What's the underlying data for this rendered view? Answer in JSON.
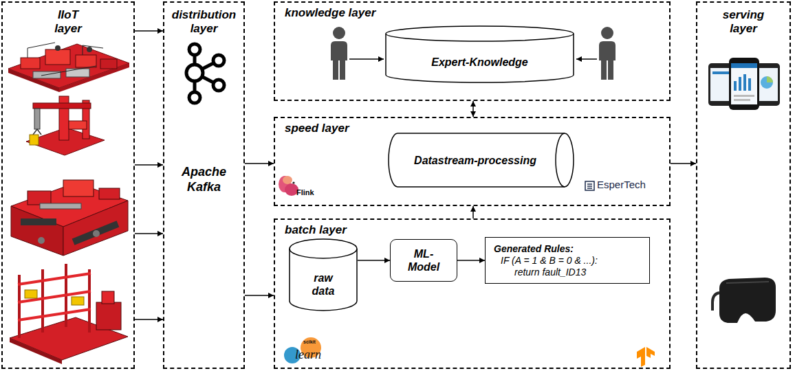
{
  "diagram": {
    "nodes": [
      {
        "text": [
          "IIoT layer"
        ]
      },
      {
        "text": [
          "distribution layer",
          "Apache Kafka"
        ]
      },
      {
        "text": [
          "knowledge layer"
        ]
      },
      {
        "text": [
          "Expert-Knowledge"
        ],
        "in": 2
      },
      {
        "text": [
          "speed layer"
        ]
      },
      {
        "text": [
          "Datastream-processing"
        ],
        "in": 4
      },
      {
        "text": [
          "batch layer"
        ]
      },
      {
        "text": [
          "raw data"
        ],
        "in": 6
      },
      {
        "text": [
          "ML-Model"
        ],
        "in": 6
      },
      {
        "text": [
          "Generated Rules:",
          "IF (A = 1 & B = 0 & ...):",
          "return fault_ID13"
        ],
        "in": 6
      },
      {
        "text": [
          "serving layer"
        ]
      }
    ],
    "edges": [
      {
        "from": 0,
        "to": 1,
        "arrow": "to"
      },
      {
        "from": 0,
        "to": 1,
        "arrow": "to"
      },
      {
        "from": 0,
        "to": 1,
        "arrow": "to"
      },
      {
        "from": 0,
        "to": 1,
        "arrow": "to"
      },
      {
        "from": 1,
        "to": 4,
        "arrow": "to"
      },
      {
        "from": 1,
        "to": 6,
        "arrow": "to"
      },
      {
        "from": 2,
        "to": 4,
        "arrow": "both"
      },
      {
        "from": 6,
        "to": 4,
        "arrow": "to"
      },
      {
        "from": 4,
        "to": 10,
        "arrow": "to"
      },
      {
        "from": 7,
        "to": 8,
        "arrow": "to"
      },
      {
        "from": 8,
        "to": 9,
        "arrow": "to"
      }
    ],
    "labels": [
      "Flink",
      "EsperTech",
      "scikit",
      "learn"
    ]
  }
}
